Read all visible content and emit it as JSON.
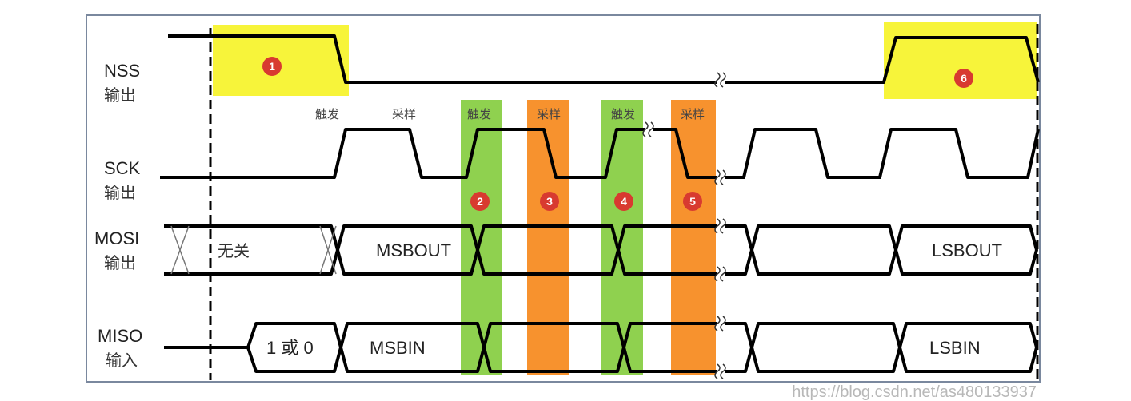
{
  "signals": [
    {
      "name": "NSS",
      "direction": "输出"
    },
    {
      "name": "SCK",
      "direction": "输出"
    },
    {
      "name": "MOSI",
      "direction": "输出"
    },
    {
      "name": "MISO",
      "direction": "输入"
    }
  ],
  "edge_labels": [
    "触发",
    "采样",
    "触发",
    "采样",
    "触发",
    "采样"
  ],
  "markers": [
    "1",
    "2",
    "3",
    "4",
    "5",
    "6"
  ],
  "mosi_labels": {
    "dont_care": "无关",
    "first": "MSBOUT",
    "last": "LSBOUT"
  },
  "miso_labels": {
    "initial": "1 或 0",
    "first": "MSBIN",
    "last": "LSBIN"
  },
  "watermark": "https://blog.csdn.net/as480133937",
  "colors": {
    "select": "#f7f43a",
    "trigger": "#8fd14f",
    "sample": "#f7922e",
    "marker": "#d83a30",
    "frame": "#6f7f99"
  }
}
